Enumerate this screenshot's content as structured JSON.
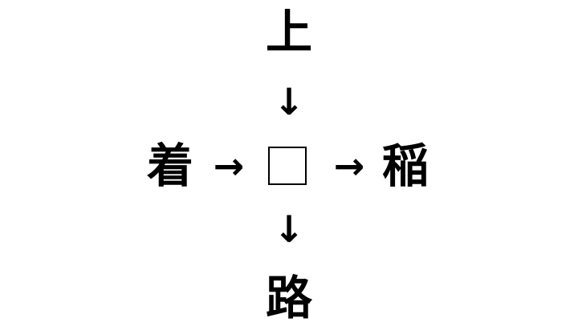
{
  "puzzle": {
    "top_kanji": "上",
    "left_kanji": "着",
    "right_kanji": "稲",
    "bottom_kanji": "路",
    "arrow_down": "↓",
    "arrow_right": "→",
    "blank": "",
    "text_color": "#000000",
    "background_color": "#ffffff"
  }
}
